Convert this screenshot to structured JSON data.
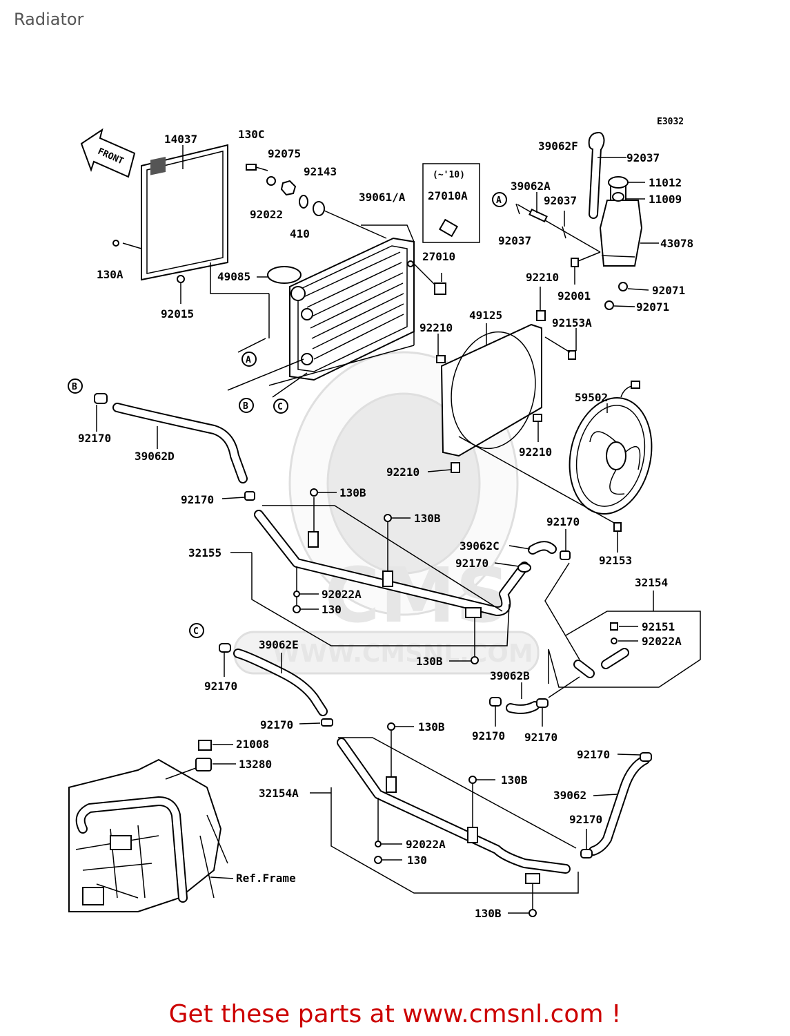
{
  "page": {
    "title": "Radiator",
    "footer_link": "Get these parts at www.cmsnl.com !"
  },
  "diagram": {
    "code": "E3032",
    "front_label": "FRONT",
    "year_note": "(~'10)",
    "ref_frame": "Ref.Frame",
    "watermark": {
      "brand": "CMS",
      "url": "WWW.CMSNL.COM"
    },
    "refs": {
      "A": "A",
      "B": "B",
      "C": "C"
    },
    "labels": {
      "p14037": "14037",
      "p130C": "130C",
      "p92075": "92075",
      "p92143": "92143",
      "p39061A": "39061/A",
      "p27010A": "27010A",
      "p39062F": "39062F",
      "p92037_a": "92037",
      "p11012": "11012",
      "p11009": "11009",
      "p39062A": "39062A",
      "p92037_b": "92037",
      "p92037_c": "92037",
      "p43078": "43078",
      "p92022": "92022",
      "p410": "410",
      "p130A": "130A",
      "p49085": "49085",
      "p27010": "27010",
      "p92015": "92015",
      "p92210_a": "92210",
      "p92001": "92001",
      "p92071_a": "92071",
      "p92071_b": "92071",
      "p49125": "49125",
      "p92210_b": "92210",
      "p92153A": "92153A",
      "p59502": "59502",
      "p92170_a": "92170",
      "p39062D": "39062D",
      "p92210_c": "92210",
      "p92210_d": "92210",
      "p92170_b": "92170",
      "p130B_a": "130B",
      "p130B_b": "130B",
      "p92170_c": "92170",
      "p92153": "92153",
      "p32155": "32155",
      "p39062C": "39062C",
      "p92170_d": "92170",
      "p92022A_a": "92022A",
      "p130_a": "130",
      "p32154": "32154",
      "p92151": "92151",
      "p92022A_b": "92022A",
      "p39062E": "39062E",
      "p130B_c": "130B",
      "p39062B": "39062B",
      "p92170_e": "92170",
      "p92170_f": "92170",
      "p92170_g": "92170",
      "p92170_h": "92170",
      "p130B_d": "130B",
      "p21008": "21008",
      "p13280": "13280",
      "p92170_i": "92170",
      "p130B_e": "130B",
      "p32154A": "32154A",
      "p39062": "39062",
      "p92170_j": "92170",
      "p92022A_c": "92022A",
      "p130_b": "130",
      "p130B_f": "130B"
    }
  }
}
